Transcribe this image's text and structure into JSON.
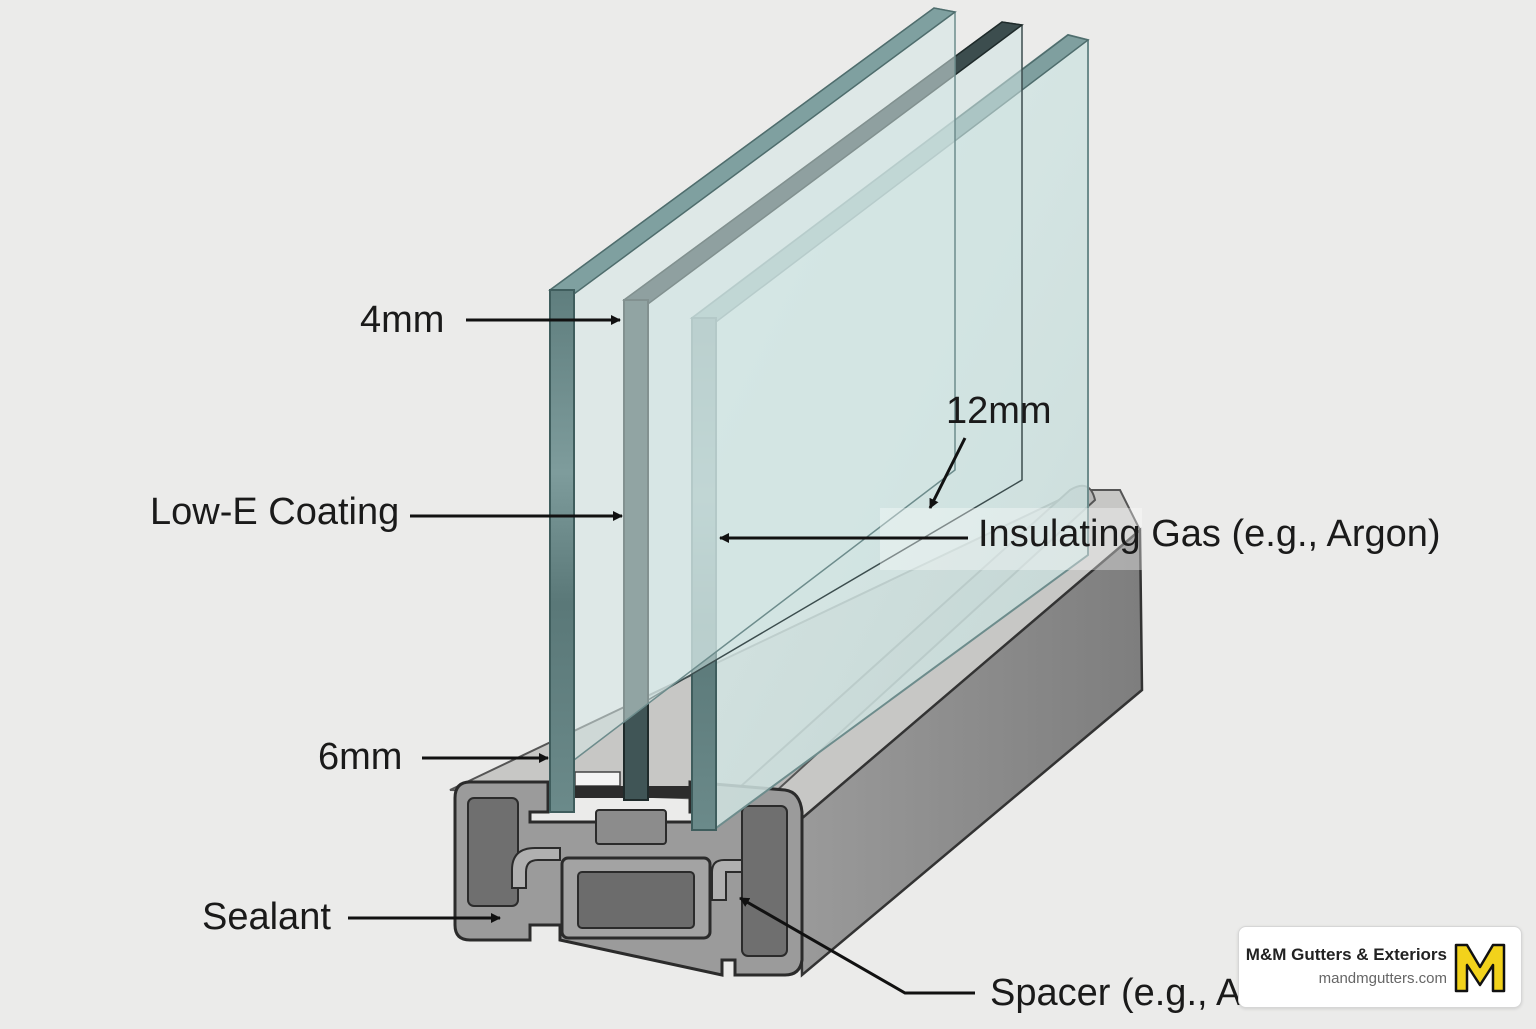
{
  "labels": {
    "thickness_4mm": "4mm",
    "low_e_coating": "Low-E Coating",
    "thickness_6mm": "6mm",
    "sealant": "Sealant",
    "gap_12mm": "12mm",
    "insulating_gas": "Insulating Gas (e.g., Argon)",
    "spacer": "Spacer (e.g., Al"
  },
  "badge": {
    "company_name": "M&M Gutters & Exteriors",
    "website": "mandmgutters.com",
    "logo_icon": "mm-logo-icon",
    "logo_color": "#f2d21b"
  },
  "colors": {
    "background": "#ebebea",
    "glass_face": "#cfe3e1",
    "glass_edge": "#5f7f7f",
    "coated_pane_edge": "#3c4d4e",
    "frame": "#8d8d8d",
    "frame_dark": "#6f6f6f",
    "label_text": "#1a1a1a"
  }
}
